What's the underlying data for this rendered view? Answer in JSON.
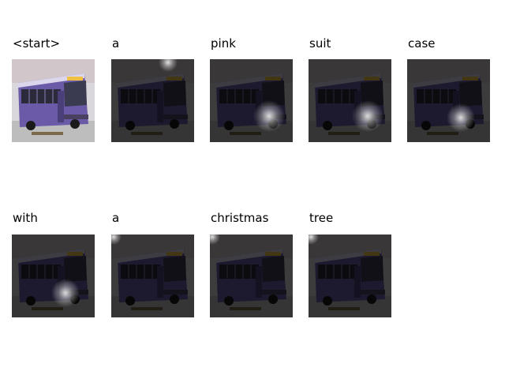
{
  "panels": [
    {
      "word": "<start>",
      "attention": null
    },
    {
      "word": "a",
      "attention": "top-right"
    },
    {
      "word": "pink",
      "attention": "lower-right"
    },
    {
      "word": "suit",
      "attention": "lower-right"
    },
    {
      "word": "case",
      "attention": "lower-center"
    },
    {
      "word": "with",
      "attention": "lower-center"
    },
    {
      "word": "a",
      "attention": "top-left"
    },
    {
      "word": "christmas",
      "attention": "top-left"
    },
    {
      "word": "tree",
      "attention": "top-left"
    }
  ],
  "colors": {
    "bus_body": "#6a5aa8",
    "bus_roof": "#dcd6ec",
    "window": "#2a2a3a",
    "sky": "#d9d7dc",
    "road": "#bdbdbd",
    "dim_overlay": "rgba(0,0,0,0.72)"
  }
}
